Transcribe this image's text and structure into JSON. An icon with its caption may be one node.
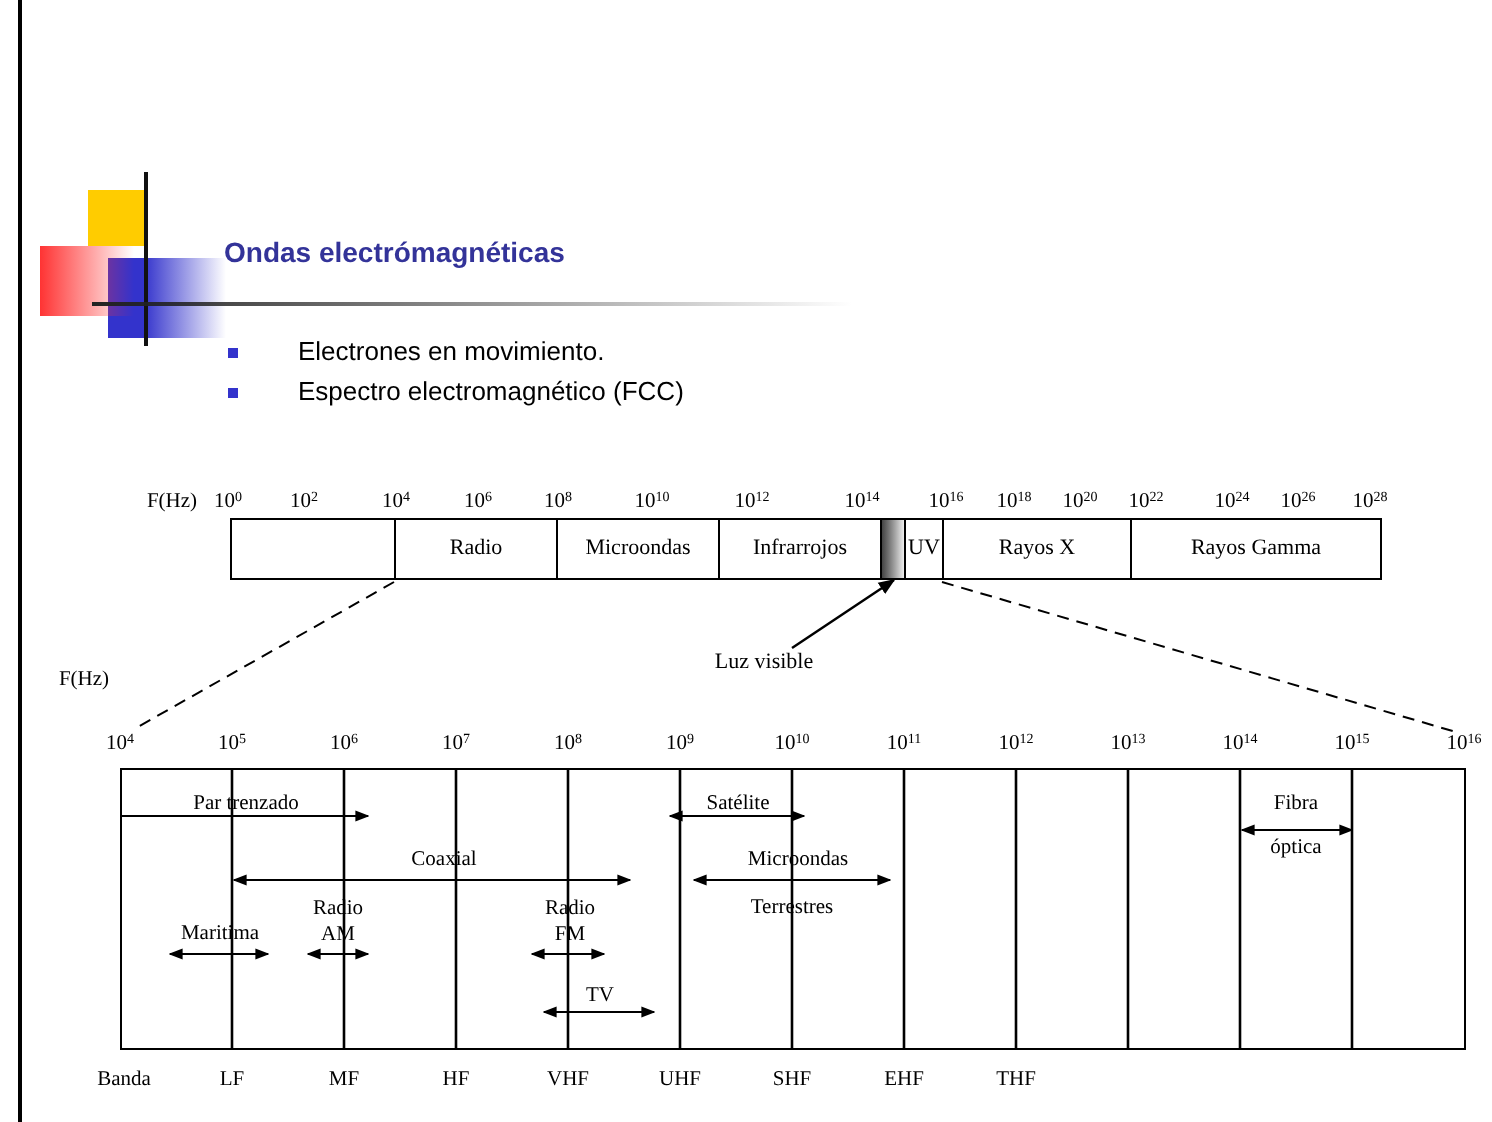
{
  "diagram": {
    "title": "Ondas electrómagnéticas",
    "nodes": [
      {
        "text": [],
        "shape": "box"
      },
      {
        "text": [
          "Radio"
        ]
      },
      {
        "text": [
          "Microondas"
        ]
      },
      {
        "text": [
          "Infrarrojos"
        ]
      },
      {
        "text": [],
        "shape": "bar"
      },
      {
        "text": [
          "UV"
        ]
      },
      {
        "text": [
          "Rayos X"
        ]
      },
      {
        "text": [
          "Rayos Gamma"
        ]
      },
      {
        "text": [
          "Luz visible"
        ]
      }
    ],
    "edges": [
      {
        "from": 8,
        "to": 4,
        "arrow": "to"
      }
    ],
    "labels": [
      "Electrones en movimiento.",
      "Espectro electromagnético (FCC)",
      "F(Hz)",
      "10$^{0}$",
      "10$^{2}$",
      "10$^{4}$",
      "10$^{6}$",
      "10$^{8}$",
      "10$^{10}$",
      "10$^{12}$",
      "10$^{14}$",
      "10$^{16}$",
      "10$^{18}$",
      "10$^{20}$",
      "10$^{22}$",
      "10$^{24}$",
      "10$^{26}$",
      "10$^{28}$",
      "F(Hz)",
      "10$^{4}$",
      "10$^{5}$",
      "10$^{6}$",
      "10$^{7}$",
      "10$^{8}$",
      "10$^{9}$",
      "10$^{10}$",
      "10$^{11}$",
      "10$^{12}$",
      "10$^{13}$",
      "10$^{14}$",
      "10$^{15}$",
      "10$^{16}$",
      "Par trenzado",
      "Satélite",
      "Fibra",
      "Coaxial",
      "Microondas",
      "óptica",
      "Radio AM",
      "Radio FM",
      "Terrestres",
      "Maritima",
      "TV",
      "Banda",
      "LF",
      "MF",
      "HF",
      "VHF",
      "UHF",
      "SHF",
      "EHF",
      "THF"
    ]
  }
}
